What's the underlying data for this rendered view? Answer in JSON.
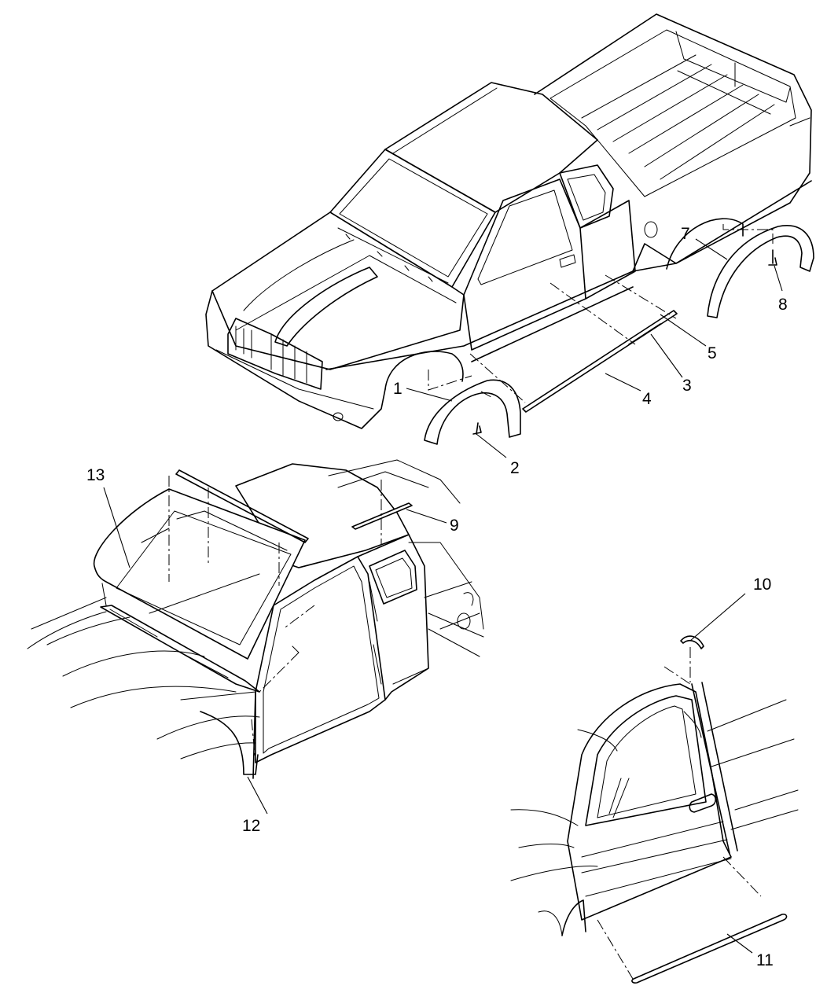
{
  "callouts": [
    {
      "id": "1",
      "text": "1"
    },
    {
      "id": "2",
      "text": "2"
    },
    {
      "id": "3",
      "text": "3"
    },
    {
      "id": "4",
      "text": "4"
    },
    {
      "id": "5",
      "text": "5"
    },
    {
      "id": "7",
      "text": "7"
    },
    {
      "id": "8",
      "text": "8"
    },
    {
      "id": "9",
      "text": "9"
    },
    {
      "id": "10",
      "text": "10"
    },
    {
      "id": "11",
      "text": "11"
    },
    {
      "id": "12",
      "text": "12"
    },
    {
      "id": "13",
      "text": "13"
    }
  ]
}
